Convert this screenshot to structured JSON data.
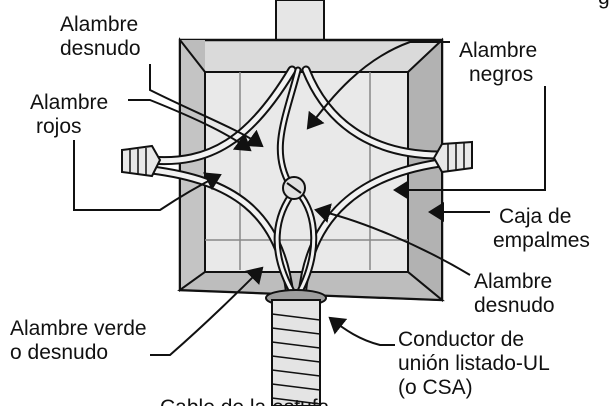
{
  "labels": {
    "bare_wire_top": [
      "Alambre",
      "desnudo"
    ],
    "black_wires": [
      "Alambre",
      "negros"
    ],
    "red_wires": [
      "Alambre",
      "rojos"
    ],
    "junction_box": [
      "Caja de",
      "empalmes"
    ],
    "bare_wire_right": [
      "Alambre",
      "desnudo"
    ],
    "green_or_bare": [
      "Alambre verde",
      "o desnudo"
    ],
    "bonding_conductor": [
      "Conductor de",
      "unión listado-UL",
      "(o CSA)"
    ],
    "cable_partial": "Cable de la estufa",
    "top_right_partial": "g"
  },
  "colors": {
    "ink": "#111111",
    "box_fill": "#d4d4d4",
    "box_dark": "#a9a9a9",
    "wire_fill": "#f2f2f2"
  },
  "icons": [
    "junction-box-icon",
    "wire-nut-icon",
    "ground-screw-icon",
    "flexible-conduit-icon"
  ]
}
